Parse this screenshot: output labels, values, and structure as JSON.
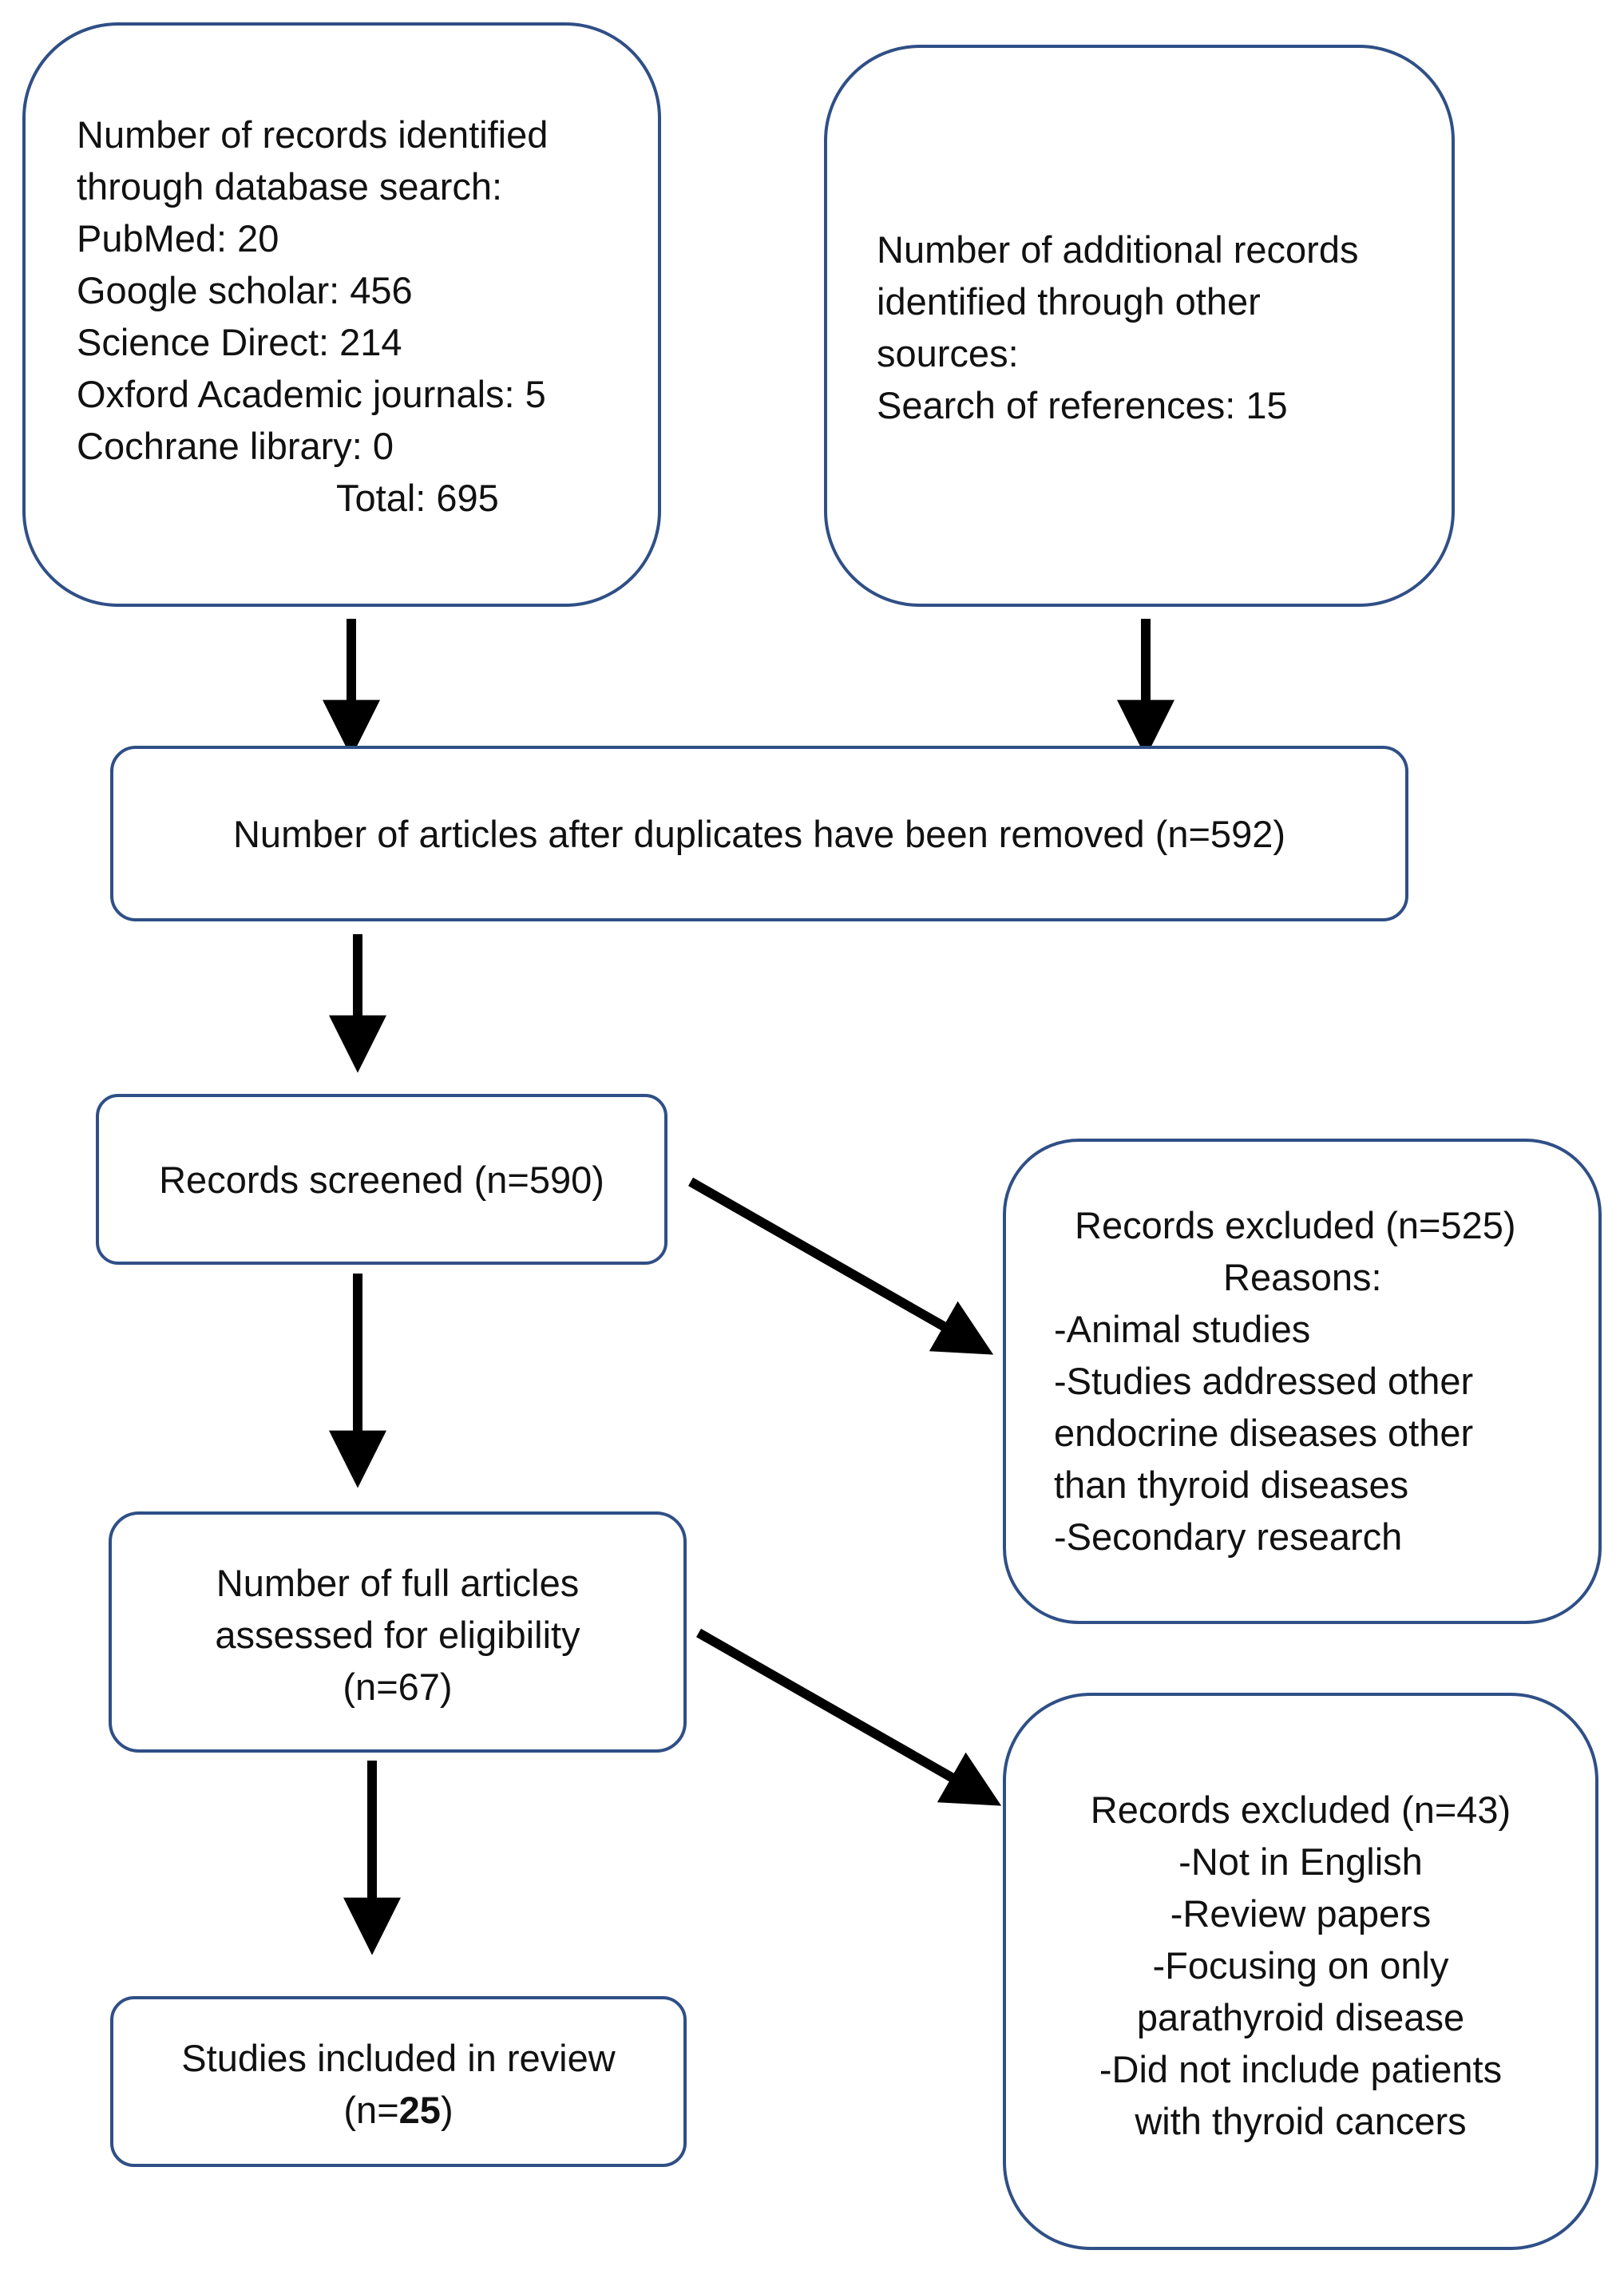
{
  "database_search": {
    "heading_line1": "Number of records identified",
    "heading_line2": "through database search:",
    "sources": [
      "PubMed: 20",
      "Google scholar: 456",
      "Science Direct: 214",
      "Oxford Academic journals: 5",
      "Cochrane library: 0"
    ],
    "total": "Total: 695"
  },
  "other_sources": {
    "line1": "Number of additional records",
    "line2": "identified through other",
    "line3": "sources:",
    "line4": "Search of references: 15"
  },
  "duplicates_removed": {
    "text": "Number of articles after duplicates have been removed (n=592)"
  },
  "records_screened": {
    "text": "Records screened (n=590)"
  },
  "excluded_screening": {
    "title": "Records excluded (n=525)",
    "reasons_label": "Reasons:",
    "reasons": [
      "-Animal studies",
      "-Studies addressed other",
      "endocrine diseases other",
      "than thyroid diseases",
      "-Secondary research"
    ]
  },
  "full_articles": {
    "line1": "Number of full articles",
    "line2": "assessed for eligibility",
    "line3": "(n=67)"
  },
  "excluded_eligibility": {
    "title": "Records excluded (n=43)",
    "reasons": [
      "-Not in English",
      "-Review papers",
      "-Focusing on only",
      "parathyroid disease",
      "-Did not include patients",
      "with thyroid cancers"
    ]
  },
  "included": {
    "line1": "Studies included in review",
    "prefix": "(n=",
    "count": "25",
    "suffix": ")"
  },
  "colors": {
    "box_border": "#2f4f86",
    "arrow": "#000000",
    "text": "#111111"
  }
}
